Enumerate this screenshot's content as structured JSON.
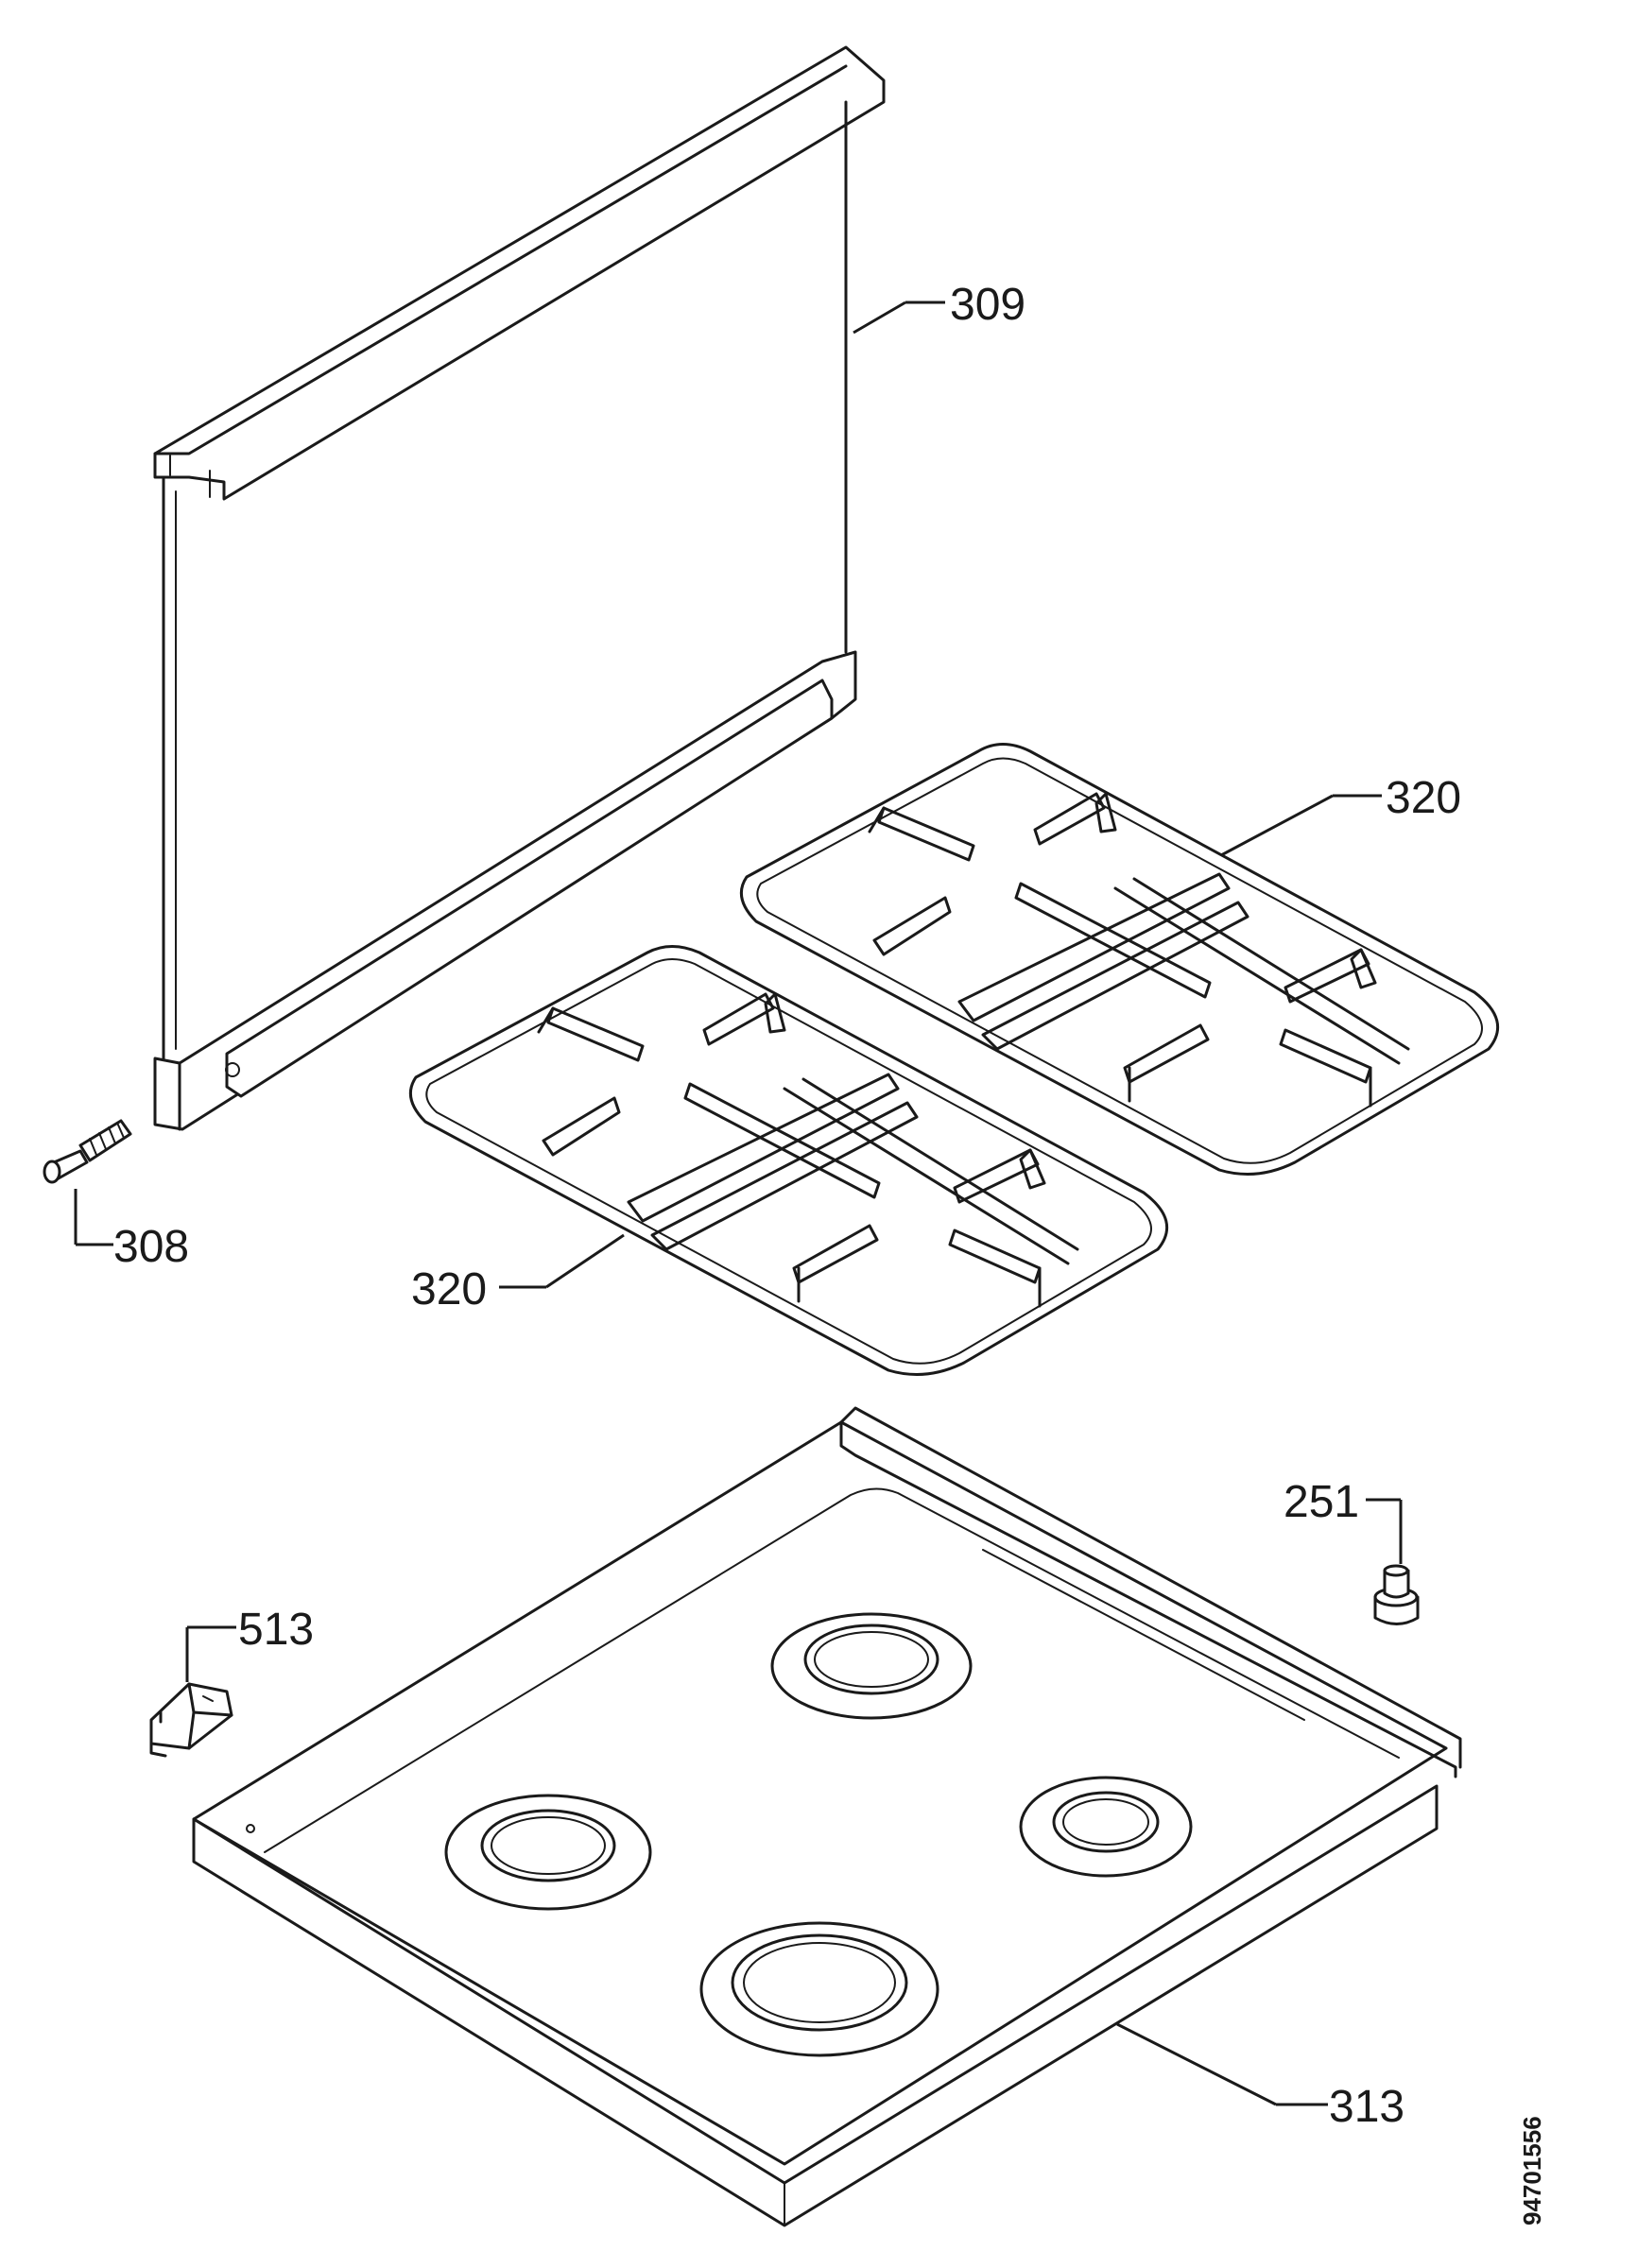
{
  "callouts": {
    "glass_lid": "309",
    "hinge_pin": "308",
    "pan_support_upper": "320",
    "pan_support_lower": "320",
    "cooktop": "313",
    "knob": "251",
    "clip": "513"
  },
  "document_number": "94701556"
}
